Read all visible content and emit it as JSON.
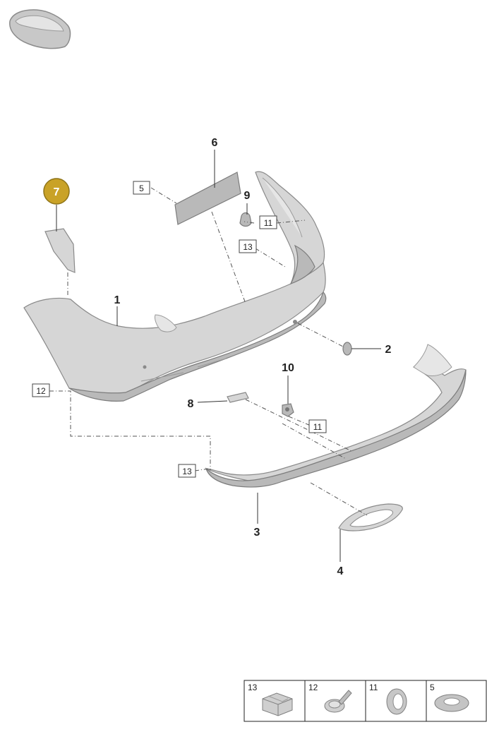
{
  "callouts": {
    "c1": "1",
    "c2": "2",
    "c3": "3",
    "c4": "4",
    "c6": "6",
    "c7": "7",
    "c8": "8",
    "c9": "9",
    "c10": "10"
  },
  "boxed_refs": {
    "b5": "5",
    "b11a": "11",
    "b13a": "13",
    "b12": "12",
    "b11b": "11",
    "b13b": "13"
  },
  "legend": [
    {
      "number": "13",
      "icon": "clip-nut-icon"
    },
    {
      "number": "12",
      "icon": "rivet-icon"
    },
    {
      "number": "11",
      "icon": "grommet-ring-icon"
    },
    {
      "number": "5",
      "icon": "washer-ring-icon"
    }
  ],
  "colors": {
    "highlight": "#c9a227",
    "highlight_stroke": "#8f7418",
    "part_fill": "#d6d6d6",
    "line": "#333333"
  }
}
